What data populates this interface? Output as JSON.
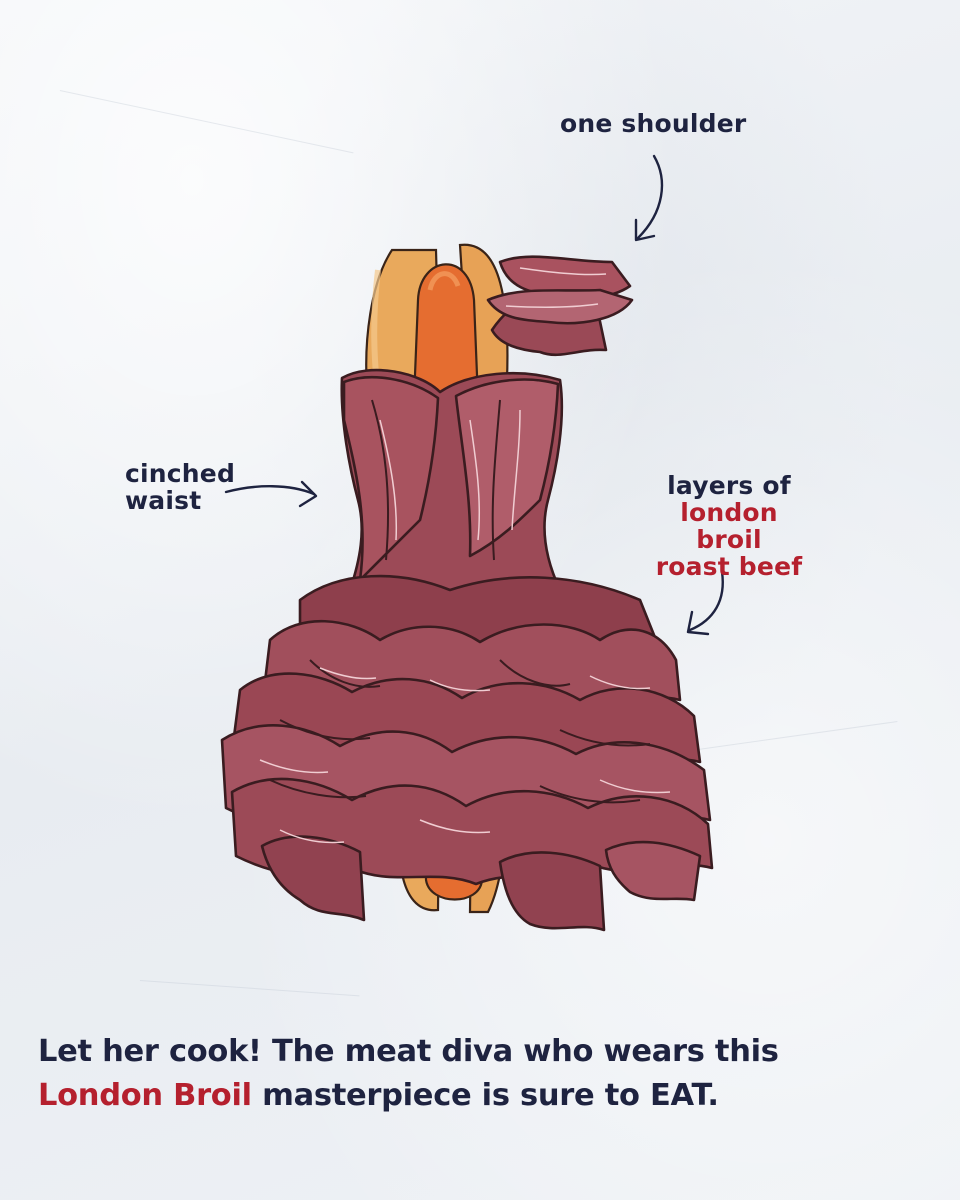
{
  "annotations": {
    "shoulder": "one shoulder",
    "waist_line1": "cinched",
    "waist_line2": "waist",
    "layers_line1": "layers of",
    "layers_line2": "london broil",
    "layers_line3": "roast beef"
  },
  "caption": {
    "line1": "Let her cook! The meat diva who wears this",
    "highlight": "London Broil",
    "line2_rest": " masterpiece is sure to EAT."
  },
  "colors": {
    "text_dark": "#1e2340",
    "accent_red": "#b5202e",
    "meat": "#9c4a57",
    "meat_outline": "#3a1c20",
    "bun": "#e6a154",
    "hotdog": "#e2692e",
    "paper": "#edf0f4"
  }
}
